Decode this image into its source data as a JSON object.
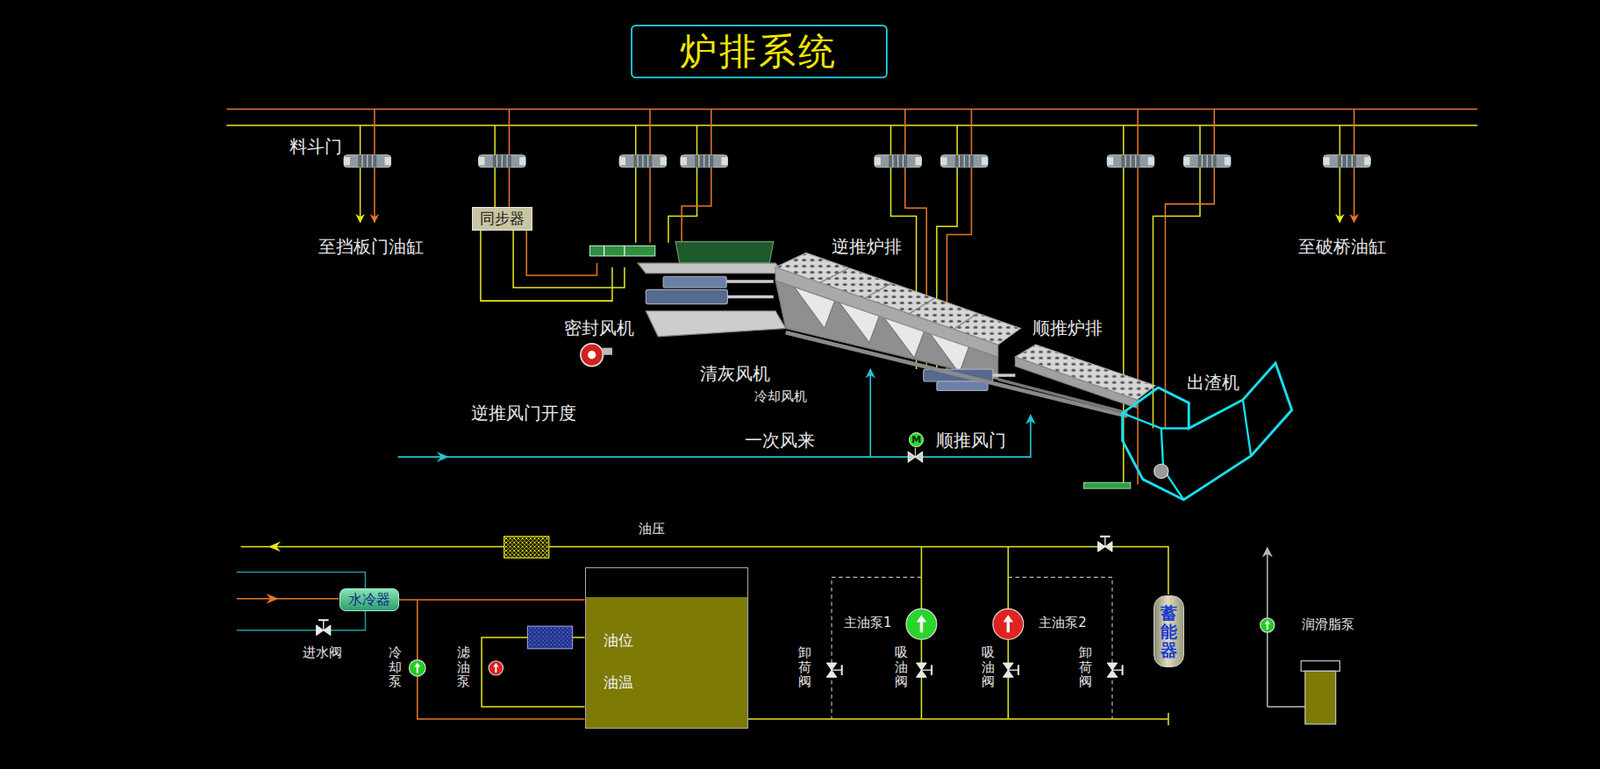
{
  "diagram": {
    "title": "炉排系统",
    "nodes": [
      {
        "text": [
          "同步器"
        ]
      },
      {
        "text": [
          "M"
        ]
      },
      {
        "text": [
          "水冷器"
        ]
      },
      {
        "text": [
          "油位",
          "油温"
        ]
      },
      {
        "text": [
          "蓄能器"
        ]
      }
    ],
    "edges": [
      {
        "from": 2,
        "to": 3,
        "arrow": "none"
      }
    ],
    "labels": [
      "料斗门",
      "至挡板门油缸",
      "逆推炉排",
      "至破桥油缸",
      "顺推炉排",
      "密封风机",
      "清灰风机",
      "出渣机",
      "冷却风机",
      "逆推风门开度",
      "一次风来",
      "顺推风门",
      "油压",
      "主油泵1",
      "主油泵2",
      "润滑脂泵",
      "进水阀",
      "冷却泵",
      "滤油泵",
      "卸荷阀",
      "吸油阀",
      "吸油阀",
      "卸荷阀"
    ]
  }
}
